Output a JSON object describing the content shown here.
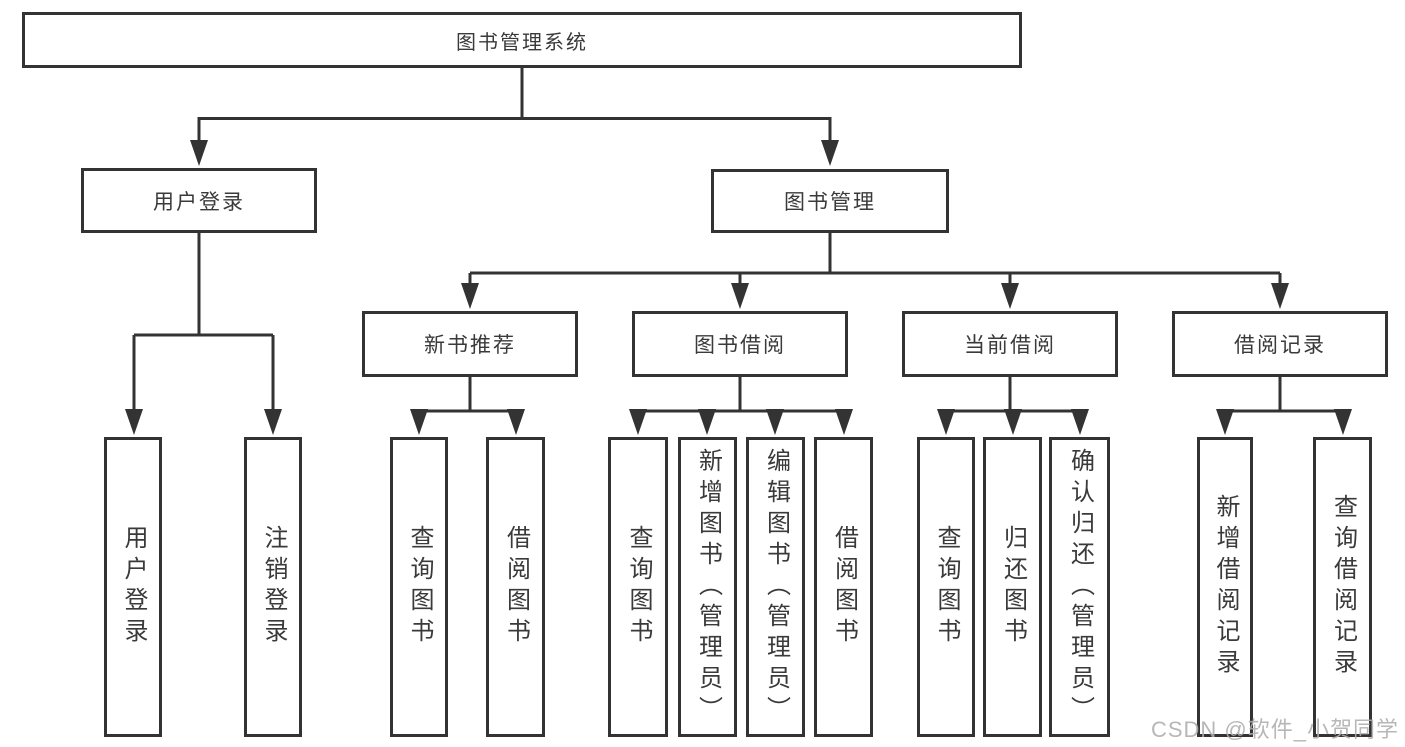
{
  "colors": {
    "line": "#333333",
    "box_border": "#333333",
    "text": "#3a3a3a",
    "background": "#ffffff",
    "watermark": "#adadad"
  },
  "tree": {
    "label": "图书管理系统",
    "children": [
      {
        "label": "用户登录",
        "children": [
          {
            "label": "用户登录"
          },
          {
            "label": "注销登录"
          }
        ]
      },
      {
        "label": "图书管理",
        "children": [
          {
            "label": "新书推荐",
            "children": [
              {
                "label": "查询图书"
              },
              {
                "label": "借阅图书"
              }
            ]
          },
          {
            "label": "图书借阅",
            "children": [
              {
                "label": "查询图书"
              },
              {
                "label": "新增图书（管理员）"
              },
              {
                "label": "编辑图书（管理员）"
              },
              {
                "label": "借阅图书"
              }
            ]
          },
          {
            "label": "当前借阅",
            "children": [
              {
                "label": "查询图书"
              },
              {
                "label": "归还图书"
              },
              {
                "label": "确认归还（管理员）"
              }
            ]
          },
          {
            "label": "借阅记录",
            "children": [
              {
                "label": "新增借阅记录"
              },
              {
                "label": "查询借阅记录"
              }
            ]
          }
        ]
      }
    ]
  },
  "watermark": {
    "text": "CSDN @软件_小贺同学"
  }
}
